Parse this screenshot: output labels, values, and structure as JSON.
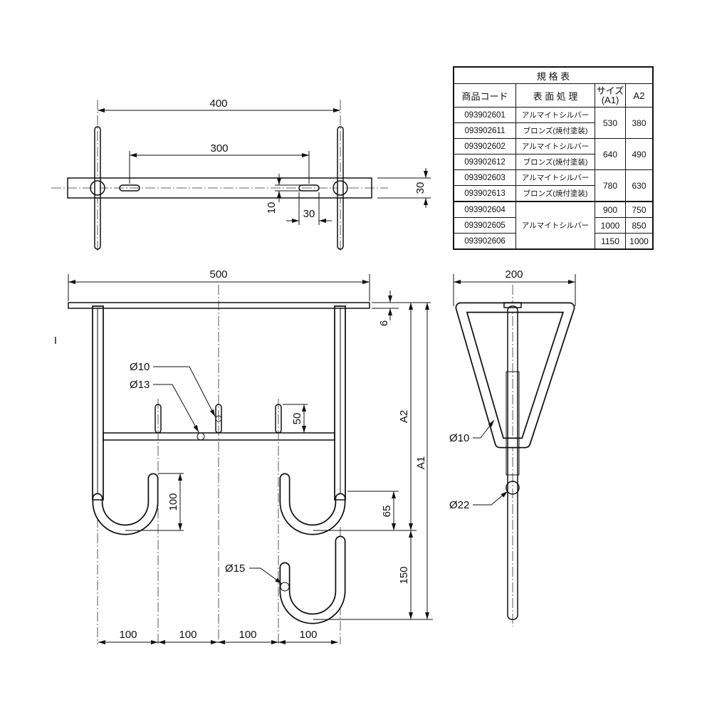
{
  "spec_table": {
    "title": "規 格 表",
    "headers": {
      "code": "商品コード",
      "treatment": "表 面 処 理",
      "size": "サイズ",
      "size_sub": "(A1)",
      "a2": "A2"
    },
    "rows": [
      {
        "code": "093902601",
        "treatment": "アルマイトシルバー"
      },
      {
        "code": "093902611",
        "treatment": "ブロンズ(焼付塗装)"
      },
      {
        "code": "093902602",
        "treatment": "アルマイトシルバー"
      },
      {
        "code": "093902612",
        "treatment": "ブロンズ(焼付塗装)"
      },
      {
        "code": "093902603",
        "treatment": "アルマイトシルバー"
      },
      {
        "code": "093902613",
        "treatment": "ブロンズ(焼付塗装)"
      },
      {
        "code": "093902604"
      },
      {
        "code": "093902605"
      },
      {
        "code": "093902606"
      }
    ],
    "groups": [
      {
        "a1": "530",
        "a2": "380"
      },
      {
        "a1": "640",
        "a2": "490"
      },
      {
        "a1": "780",
        "a2": "630"
      }
    ],
    "singles": [
      {
        "a1": "900",
        "a2": "750"
      },
      {
        "a1": "1000",
        "a2": "850"
      },
      {
        "a1": "1150",
        "a2": "1000"
      }
    ],
    "merged_treatment": "アルマイトシルバー"
  },
  "dimensions": {
    "top_400": "400",
    "top_300": "300",
    "top_30v": "30",
    "top_10": "10",
    "top_30h": "30",
    "front_500": "500",
    "front_6": "6",
    "front_a2": "A2",
    "front_a1": "A1",
    "front_50": "50",
    "front_100v": "100",
    "front_65": "65",
    "front_150": "150",
    "bottom": [
      "100",
      "100",
      "100",
      "100"
    ],
    "side_200": "200"
  },
  "callouts": {
    "d10_front": "Ø10",
    "d13": "Ø13",
    "d15": "Ø15",
    "d10_side": "Ø10",
    "d22": "Ø22"
  },
  "section_mark": "I"
}
